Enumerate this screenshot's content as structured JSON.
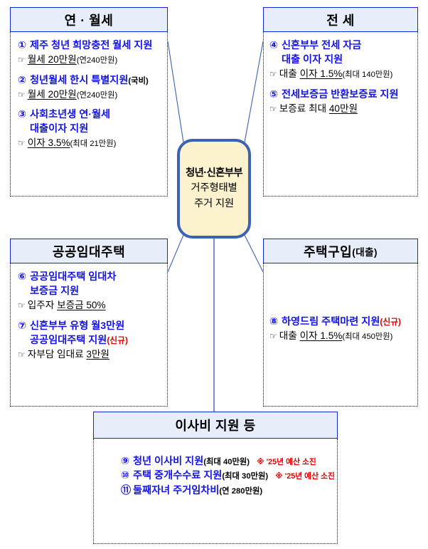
{
  "center": {
    "line1": "청년·신혼부부",
    "line2": "거주형태별",
    "line3": "주거 지원"
  },
  "boxes": {
    "rent": {
      "title": "연 · 월세",
      "title_sub": "",
      "items": [
        {
          "num": "①",
          "title": "제주 청년 희망충전 월세 지원",
          "title_small": "",
          "new": "",
          "detail_hand": "☞",
          "detail_underline": "월세  20만원",
          "detail_paren": "(연240만원)"
        },
        {
          "num": "②",
          "title": "청년월세 한시 특별지원",
          "title_small": "(국비)",
          "new": "",
          "detail_hand": "☞",
          "detail_underline": "월세  20만원",
          "detail_paren": "(연240만원)"
        },
        {
          "num": "③",
          "title": "사회초년생 연·월세",
          "title_line2": "대출이자  지원",
          "title_small": "",
          "new": "",
          "detail_hand": "☞",
          "detail_underline": "이자  3.5%",
          "detail_paren": "(최대  21만원)"
        }
      ]
    },
    "jeonse": {
      "title": "전 세",
      "title_sub": "",
      "items": [
        {
          "num": "④",
          "title": "신혼부부 전세 자금",
          "title_line2": "대출 이자 지원",
          "title_small": "",
          "new": "",
          "detail_hand": "☞",
          "detail_prefix": "대출 ",
          "detail_underline": "이자 1.5%",
          "detail_paren": "(최대 140만원)"
        },
        {
          "num": "⑤",
          "title": "전세보증금 반환보증료 지원",
          "title_small": "",
          "new": "",
          "detail_hand": "☞",
          "detail_prefix": "보증료 최대 ",
          "detail_underline": "40만원",
          "detail_paren": ""
        }
      ]
    },
    "public": {
      "title": "공공임대주택",
      "title_sub": "",
      "items": [
        {
          "num": "⑥",
          "title": "공공임대주택 임대차",
          "title_line2": "보증금 지원",
          "title_small": "",
          "new": "",
          "detail_hand": "☞",
          "detail_prefix": "입주자 ",
          "detail_underline": "보증금 50%",
          "detail_paren": ""
        },
        {
          "num": "⑦",
          "title": "신혼부부 유형 월3만원",
          "title_line2": "공공임대주택 지원",
          "title_small": "",
          "new": "(신규)",
          "detail_hand": "☞",
          "detail_prefix": "자부담 임대료 ",
          "detail_underline": "3만원",
          "detail_paren": ""
        }
      ]
    },
    "purchase": {
      "title": "주택구입",
      "title_sub": "(대출)",
      "items": [
        {
          "num": "⑧",
          "title": "하영드림 주택마련 지원",
          "title_small": "",
          "new": "(신규)",
          "detail_hand": "☞",
          "detail_prefix": "대출 ",
          "detail_underline": "이자 1.5%",
          "detail_paren": "(최대 450만원)"
        }
      ]
    },
    "moving": {
      "title": "이사비 지원 등",
      "title_sub": "",
      "rows": [
        {
          "num": "⑨",
          "title": "청년 이사비 지원",
          "paren": "(최대 40만원)",
          "note": "※ '25년 예산 소진"
        },
        {
          "num": "⑩",
          "title": "주택 중개수수료 지원",
          "paren": "(최대 30만원)",
          "note": "※ '25년 예산 소진"
        },
        {
          "num": "⑪",
          "title": "둘째자녀 주거임차비",
          "paren": "(연 280만원)",
          "note": ""
        }
      ]
    }
  },
  "colors": {
    "header_fill": "#e8edfa",
    "header_border": "#1028d8",
    "item_blue": "#1414e6",
    "new_red": "#e00000",
    "center_fill": "#fcf2cd",
    "center_border": "#3b62b5",
    "connector": "#3b62b5"
  }
}
